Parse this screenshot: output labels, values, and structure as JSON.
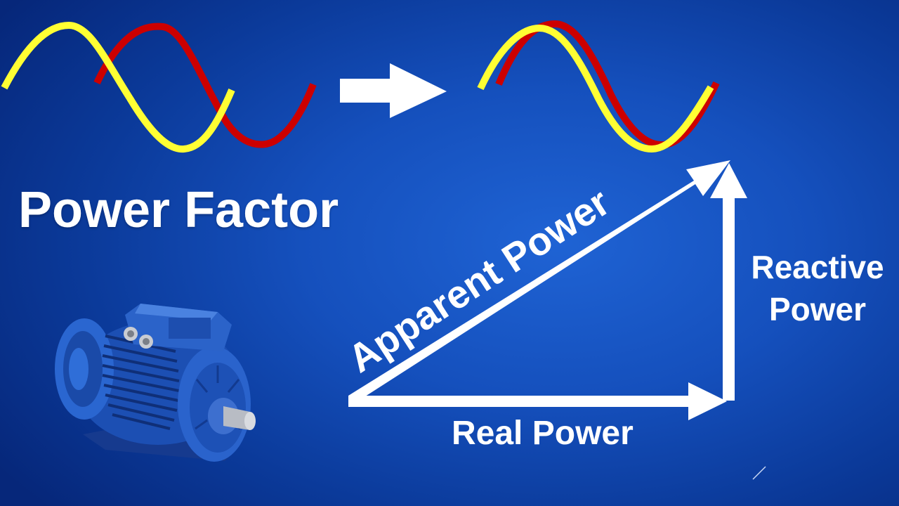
{
  "title": "Power Factor",
  "triangle": {
    "hypotenuse_label": "Apparent Power",
    "base_label": "Real Power",
    "side_label_line1": "Reactive",
    "side_label_line2": "Power"
  },
  "colors": {
    "background": "#1550bd",
    "voltage_wave": "#ffff33",
    "current_wave": "#cc0000",
    "arrows": "#ffffff"
  },
  "icons": {
    "arrow": "right-arrow-icon",
    "motor": "electric-motor-icon"
  }
}
